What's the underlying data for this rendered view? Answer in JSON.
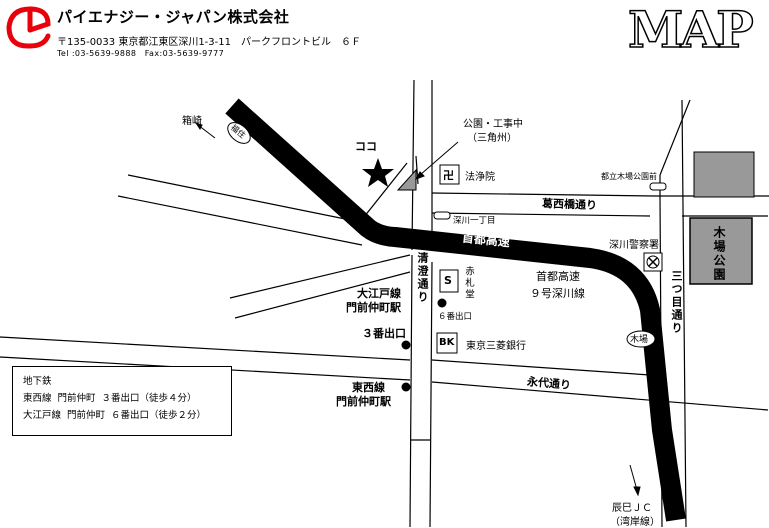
{
  "header": {
    "company": "パイエナジー・ジャパン株式会社",
    "address": "〒135-0033 東京都江東区深川1-3-11　パークフロントビル　６Ｆ",
    "contact": "Tel :03-5639-9888　Fax:03-5639-9777",
    "map_title": "MAP"
  },
  "labels": {
    "hakozaki": "箱崎",
    "fukuzumi": "福住",
    "koko": "ココ",
    "park_construction": "公園・工事中",
    "triangle": "（三角州）",
    "houjouin": "法浄院",
    "kiba_park_mae": "都立木場公園前",
    "kasai_bashi": "葛西橋通り",
    "fukagawa_1": "深川一丁目",
    "fukagawa_police": "深川警察署",
    "kiba_park": "木場公園",
    "shuto_kousoku": "首都高速",
    "kiyosumi": "清澄通り",
    "akafuda": "赤札堂",
    "shuto9": "首都高速",
    "fukagawa_line": "９号深川線",
    "oedo_line": "大江戸線",
    "monzen_station": "門前仲町駅",
    "exit6": "６番出口",
    "exit3": "３番出口",
    "mitsume": "三つ目通り",
    "kiba": "木場",
    "mufg": "東京三菱銀行",
    "eitai": "永代通り",
    "tozai_line": "東西線",
    "monzen_station2": "門前仲町駅",
    "tatsumi": "辰巳ＪＣ",
    "wangan": "（湾岸線）",
    "manji": "卍",
    "s_mark": "S",
    "bk_mark": "BK"
  },
  "legend": {
    "title": "地下鉄",
    "rows": [
      {
        "line": "東西線",
        "station": "門前仲町",
        "exit": "３番出口（徒歩４分）"
      },
      {
        "line": "大江戸線",
        "station": "門前仲町",
        "exit": "６番出口（徒歩２分）"
      }
    ]
  },
  "icons": [
    "logo-icon",
    "star-icon",
    "manji-icon",
    "police-icon",
    "bus-stop-icon",
    "station-dot-icon",
    "arrow-icon"
  ],
  "colors": {
    "highway": "#000000",
    "park": "#999999",
    "triangle": "#999999"
  }
}
